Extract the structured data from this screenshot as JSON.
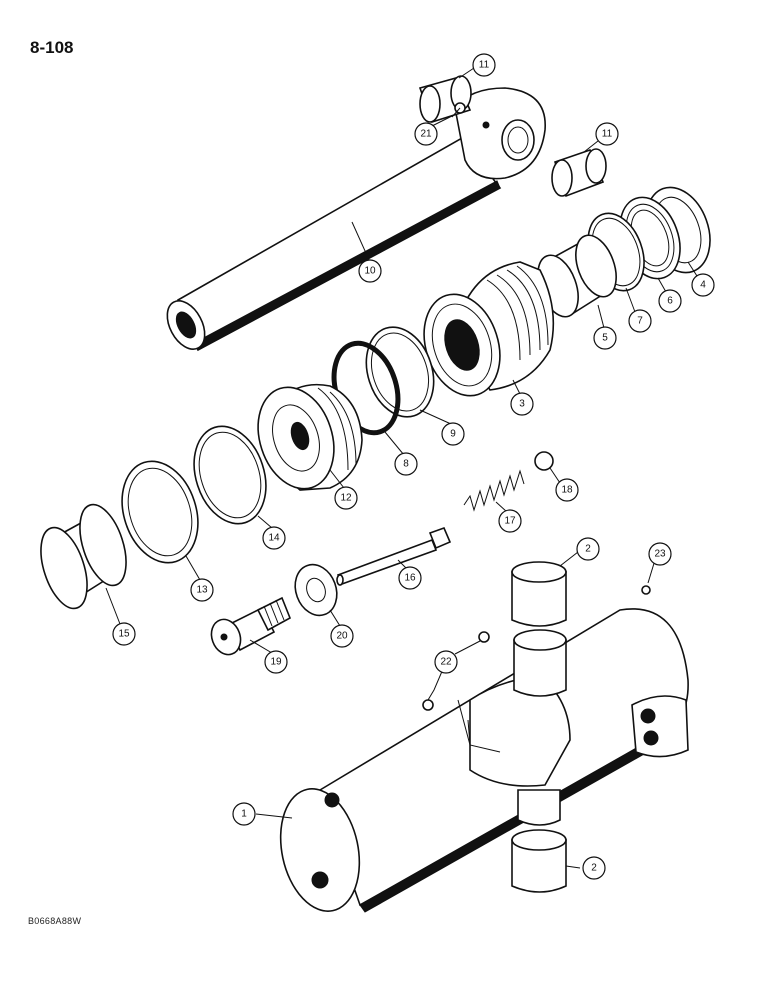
{
  "page": {
    "number": "8-108",
    "figure_code": "B0668A88W"
  },
  "callouts": {
    "c1": "1",
    "c2a": "2",
    "c2b": "2",
    "c3": "3",
    "c4": "4",
    "c5": "5",
    "c6": "6",
    "c7": "7",
    "c8": "8",
    "c9": "9",
    "c10": "10",
    "c11a": "11",
    "c11b": "11",
    "c12": "12",
    "c13": "13",
    "c14": "14",
    "c15": "15",
    "c16": "16",
    "c17": "17",
    "c18": "18",
    "c19": "19",
    "c20": "20",
    "c21": "21",
    "c22": "22",
    "c23": "23"
  }
}
